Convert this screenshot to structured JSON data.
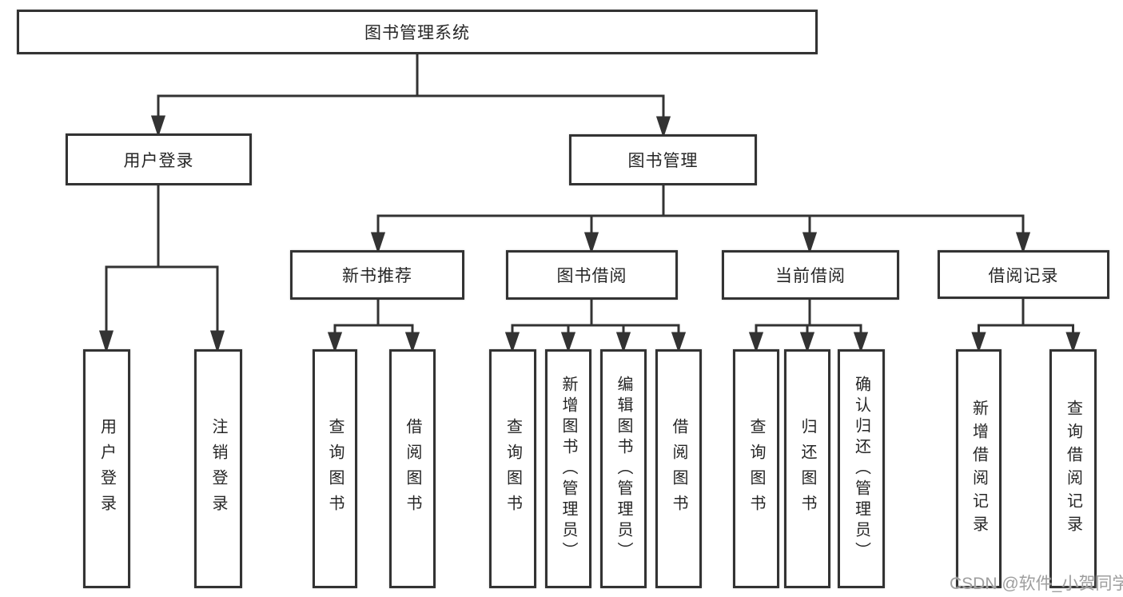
{
  "colors": {
    "line": "#333333",
    "box_border": "#333333",
    "box_fill": "#ffffff",
    "text": "#262626",
    "watermark": "#9e9e9e",
    "background": "#ffffff"
  },
  "diagram_type": "hierarchy-tree",
  "nodes": {
    "root": "图书管理系统",
    "user_login_branch": "用户登录",
    "book_mgmt_branch": "图书管理",
    "new_book_rec": "新书推荐",
    "book_borrow": "图书借阅",
    "current_borrow": "当前借阅",
    "borrow_records": "借阅记录",
    "user_login_leaf": "用户登录",
    "logout_leaf": "注销登录",
    "rec_query_books": "查询图书",
    "rec_borrow_books": "借阅图书",
    "bb_query_books": "查询图书",
    "bb_add_books": "新增图书（管理员）",
    "bb_edit_books": "编辑图书（管理员）",
    "bb_borrow_books": "借阅图书",
    "cb_query_books": "查询图书",
    "cb_return_books": "归还图书",
    "cb_confirm_return": "确认归还（管理员）",
    "br_add_record": "新增借阅记录",
    "br_query_record": "查询借阅记录"
  },
  "hierarchy": {
    "图书管理系统": {
      "用户登录": [
        "用户登录",
        "注销登录"
      ],
      "图书管理": {
        "新书推荐": [
          "查询图书",
          "借阅图书"
        ],
        "图书借阅": [
          "查询图书",
          "新增图书（管理员）",
          "编辑图书（管理员）",
          "借阅图书"
        ],
        "当前借阅": [
          "查询图书",
          "归还图书",
          "确认归还（管理员）"
        ],
        "借阅记录": [
          "新增借阅记录",
          "查询借阅记录"
        ]
      }
    }
  },
  "watermark": "CSDN @软件_小贺同学"
}
